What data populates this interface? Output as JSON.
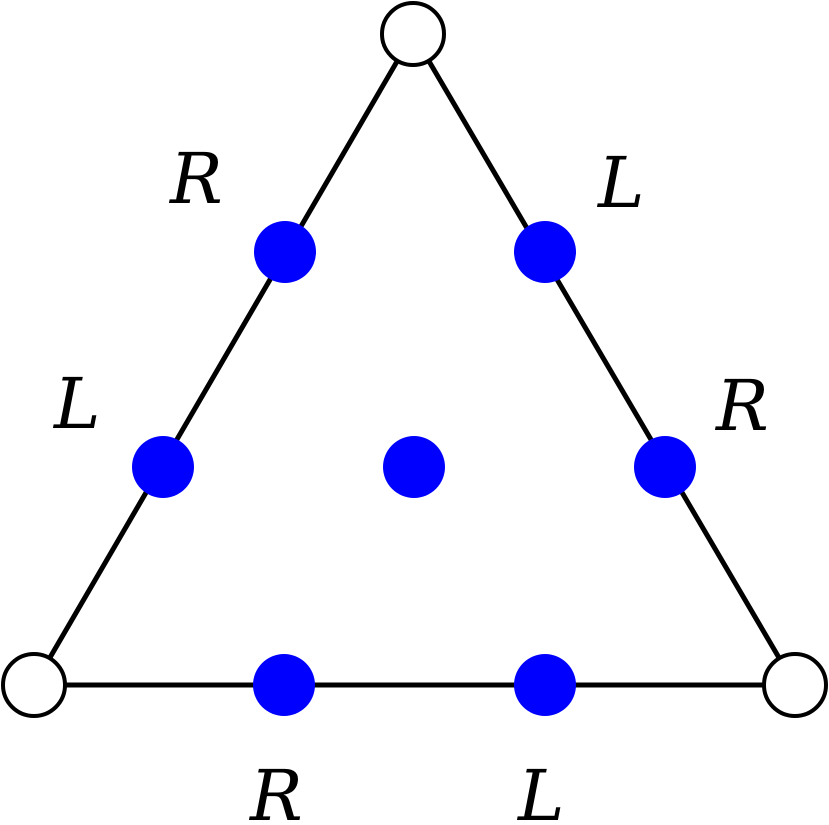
{
  "colors": {
    "stroke": "#000000",
    "vertex_fill": "#ffffff",
    "node_fill": "#0000ff",
    "background": "#ffffff"
  },
  "labels": {
    "left_upper": "R",
    "left_lower": "L",
    "right_upper": "L",
    "right_lower": "R",
    "bottom_left": "R",
    "bottom_right": "L"
  }
}
